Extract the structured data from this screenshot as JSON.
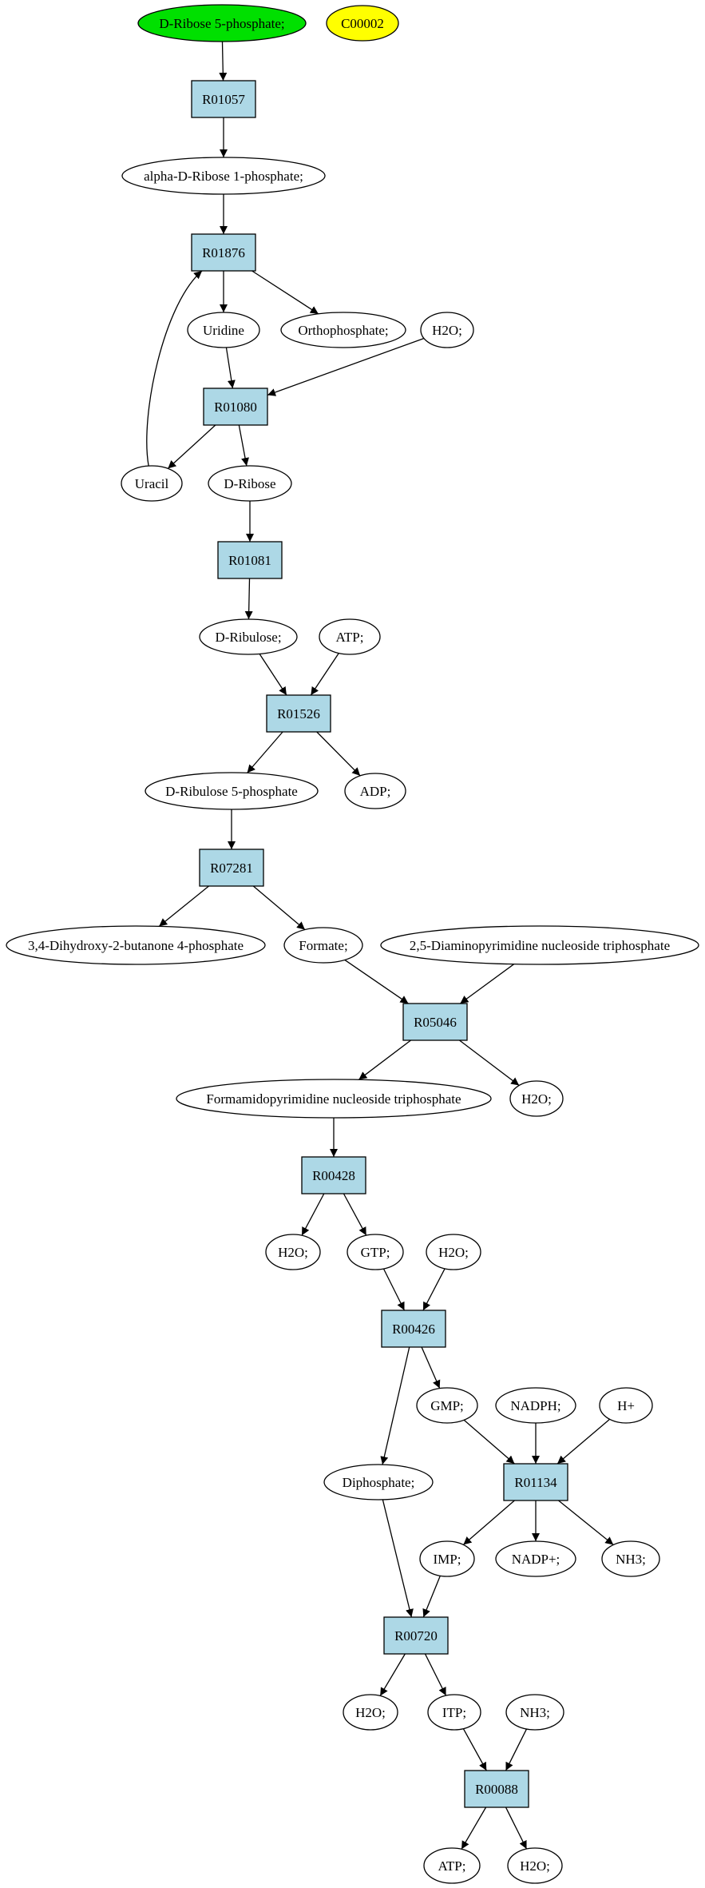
{
  "colors": {
    "start_compound": "#00e000",
    "highlight_compound": "#ffff00",
    "compound": "#ffffff",
    "reaction": "#add8e6"
  },
  "nodes": [
    {
      "id": "n_d_ribose5p",
      "kind": "compound",
      "style": "start",
      "label": "D-Ribose 5-phosphate;"
    },
    {
      "id": "n_c00002",
      "kind": "compound",
      "style": "highlight",
      "label": "C00002"
    },
    {
      "id": "n_r01057",
      "kind": "reaction",
      "label": "R01057"
    },
    {
      "id": "n_alpha_ribose1p",
      "kind": "compound",
      "label": "alpha-D-Ribose 1-phosphate;"
    },
    {
      "id": "n_r01876",
      "kind": "reaction",
      "label": "R01876"
    },
    {
      "id": "n_uridine",
      "kind": "compound",
      "label": "Uridine"
    },
    {
      "id": "n_orthophosphate",
      "kind": "compound",
      "label": "Orthophosphate;"
    },
    {
      "id": "n_h2o_a",
      "kind": "compound",
      "label": "H2O;"
    },
    {
      "id": "n_r01080",
      "kind": "reaction",
      "label": "R01080"
    },
    {
      "id": "n_uracil",
      "kind": "compound",
      "label": "Uracil"
    },
    {
      "id": "n_d_ribose",
      "kind": "compound",
      "label": "D-Ribose"
    },
    {
      "id": "n_r01081",
      "kind": "reaction",
      "label": "R01081"
    },
    {
      "id": "n_d_ribulose",
      "kind": "compound",
      "label": "D-Ribulose;"
    },
    {
      "id": "n_atp_a",
      "kind": "compound",
      "label": "ATP;"
    },
    {
      "id": "n_r01526",
      "kind": "reaction",
      "label": "R01526"
    },
    {
      "id": "n_d_ribulose5p",
      "kind": "compound",
      "label": "D-Ribulose 5-phosphate"
    },
    {
      "id": "n_adp",
      "kind": "compound",
      "label": "ADP;"
    },
    {
      "id": "n_r07281",
      "kind": "reaction",
      "label": "R07281"
    },
    {
      "id": "n_dhbp",
      "kind": "compound",
      "label": "3,4-Dihydroxy-2-butanone 4-phosphate"
    },
    {
      "id": "n_formate",
      "kind": "compound",
      "label": "Formate;"
    },
    {
      "id": "n_diaminopyr",
      "kind": "compound",
      "label": "2,5-Diaminopyrimidine nucleoside triphosphate"
    },
    {
      "id": "n_r05046",
      "kind": "reaction",
      "label": "R05046"
    },
    {
      "id": "n_formamidopyr",
      "kind": "compound",
      "label": "Formamidopyrimidine nucleoside triphosphate"
    },
    {
      "id": "n_h2o_b",
      "kind": "compound",
      "label": "H2O;"
    },
    {
      "id": "n_r00428",
      "kind": "reaction",
      "label": "R00428"
    },
    {
      "id": "n_h2o_c",
      "kind": "compound",
      "label": "H2O;"
    },
    {
      "id": "n_gtp",
      "kind": "compound",
      "label": "GTP;"
    },
    {
      "id": "n_h2o_d",
      "kind": "compound",
      "label": "H2O;"
    },
    {
      "id": "n_r00426",
      "kind": "reaction",
      "label": "R00426"
    },
    {
      "id": "n_gmp",
      "kind": "compound",
      "label": "GMP;"
    },
    {
      "id": "n_nadph",
      "kind": "compound",
      "label": "NADPH;"
    },
    {
      "id": "n_hplus",
      "kind": "compound",
      "label": "H+"
    },
    {
      "id": "n_diphosphate",
      "kind": "compound",
      "label": "Diphosphate;"
    },
    {
      "id": "n_r01134",
      "kind": "reaction",
      "label": "R01134"
    },
    {
      "id": "n_imp",
      "kind": "compound",
      "label": "IMP;"
    },
    {
      "id": "n_nadpplus",
      "kind": "compound",
      "label": "NADP+;"
    },
    {
      "id": "n_nh3_a",
      "kind": "compound",
      "label": "NH3;"
    },
    {
      "id": "n_r00720",
      "kind": "reaction",
      "label": "R00720"
    },
    {
      "id": "n_h2o_e",
      "kind": "compound",
      "label": "H2O;"
    },
    {
      "id": "n_itp",
      "kind": "compound",
      "label": "ITP;"
    },
    {
      "id": "n_nh3_b",
      "kind": "compound",
      "label": "NH3;"
    },
    {
      "id": "n_r00088",
      "kind": "reaction",
      "label": "R00088"
    },
    {
      "id": "n_atp_b",
      "kind": "compound",
      "label": "ATP;"
    },
    {
      "id": "n_h2o_f",
      "kind": "compound",
      "label": "H2O;"
    }
  ],
  "edges": [
    {
      "from": "n_d_ribose5p",
      "to": "n_r01057"
    },
    {
      "from": "n_r01057",
      "to": "n_alpha_ribose1p"
    },
    {
      "from": "n_alpha_ribose1p",
      "to": "n_r01876"
    },
    {
      "from": "n_r01876",
      "to": "n_uridine"
    },
    {
      "from": "n_r01876",
      "to": "n_orthophosphate"
    },
    {
      "from": "n_uridine",
      "to": "n_r01080"
    },
    {
      "from": "n_h2o_a",
      "to": "n_r01080"
    },
    {
      "from": "n_r01080",
      "to": "n_uracil"
    },
    {
      "from": "n_r01080",
      "to": "n_d_ribose"
    },
    {
      "from": "n_uracil",
      "to": "n_r01876"
    },
    {
      "from": "n_d_ribose",
      "to": "n_r01081"
    },
    {
      "from": "n_r01081",
      "to": "n_d_ribulose"
    },
    {
      "from": "n_d_ribulose",
      "to": "n_r01526"
    },
    {
      "from": "n_atp_a",
      "to": "n_r01526"
    },
    {
      "from": "n_r01526",
      "to": "n_d_ribulose5p"
    },
    {
      "from": "n_r01526",
      "to": "n_adp"
    },
    {
      "from": "n_d_ribulose5p",
      "to": "n_r07281"
    },
    {
      "from": "n_r07281",
      "to": "n_dhbp"
    },
    {
      "from": "n_r07281",
      "to": "n_formate"
    },
    {
      "from": "n_formate",
      "to": "n_r05046"
    },
    {
      "from": "n_diaminopyr",
      "to": "n_r05046"
    },
    {
      "from": "n_r05046",
      "to": "n_formamidopyr"
    },
    {
      "from": "n_r05046",
      "to": "n_h2o_b"
    },
    {
      "from": "n_formamidopyr",
      "to": "n_r00428"
    },
    {
      "from": "n_r00428",
      "to": "n_h2o_c"
    },
    {
      "from": "n_r00428",
      "to": "n_gtp"
    },
    {
      "from": "n_gtp",
      "to": "n_r00426"
    },
    {
      "from": "n_h2o_d",
      "to": "n_r00426"
    },
    {
      "from": "n_r00426",
      "to": "n_gmp"
    },
    {
      "from": "n_r00426",
      "to": "n_diphosphate"
    },
    {
      "from": "n_gmp",
      "to": "n_r01134"
    },
    {
      "from": "n_nadph",
      "to": "n_r01134"
    },
    {
      "from": "n_hplus",
      "to": "n_r01134"
    },
    {
      "from": "n_r01134",
      "to": "n_imp"
    },
    {
      "from": "n_r01134",
      "to": "n_nadpplus"
    },
    {
      "from": "n_r01134",
      "to": "n_nh3_a"
    },
    {
      "from": "n_imp",
      "to": "n_r00720"
    },
    {
      "from": "n_diphosphate",
      "to": "n_r00720"
    },
    {
      "from": "n_r00720",
      "to": "n_h2o_e"
    },
    {
      "from": "n_r00720",
      "to": "n_itp"
    },
    {
      "from": "n_itp",
      "to": "n_r00088"
    },
    {
      "from": "n_nh3_b",
      "to": "n_r00088"
    },
    {
      "from": "n_r00088",
      "to": "n_atp_b"
    },
    {
      "from": "n_r00088",
      "to": "n_h2o_f"
    }
  ]
}
